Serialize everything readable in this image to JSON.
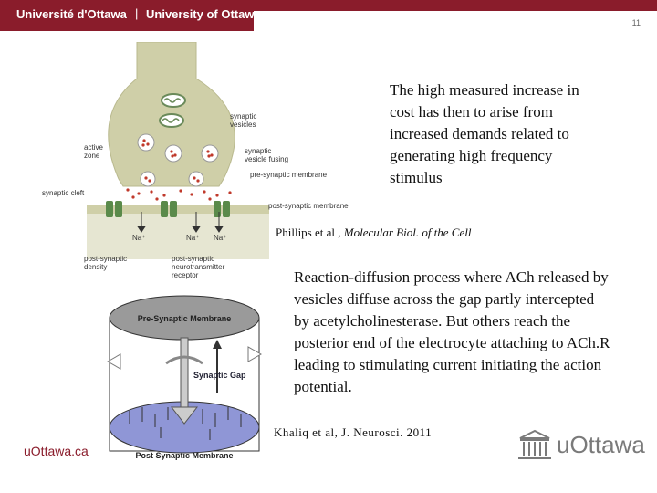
{
  "header": {
    "fr_name": "Université d'Ottawa",
    "separator": "|",
    "en_name": "University of Ottawa",
    "slide_number": "11"
  },
  "figure1": {
    "labels": {
      "synaptic_vesicles": "synaptic\nvesicles",
      "active_zone": "active\nzone",
      "synaptic_vesicle_fusing": "synaptic\nvesicle fusing",
      "pre_synaptic_membrane": "pre-synaptic membrane",
      "synaptic_cleft": "synaptic cleft",
      "post_synaptic_membrane": "post-synaptic membrane",
      "na": "Na⁺",
      "post_synaptic_density": "post-synaptic\ndensity",
      "receptor": "post-synaptic\nneurotransmitter\nreceptor"
    }
  },
  "figure2": {
    "pre_label": "Pre-Synaptic Membrane",
    "gap_label": "Synaptic Gap",
    "post_label": "Post Synaptic Membrane"
  },
  "text1": "The high measured increase in cost has then to arise from increased demands related to generating high frequency stimulus",
  "cite1_prefix": "Phillips et al , ",
  "cite1_title": "Molecular Biol. of the Cell",
  "text2": "Reaction-diffusion process where ACh released by vesicles diffuse across the gap partly intercepted by acetylcholinesterase. But others reach the posterior end of the electrocyte attaching to ACh.R leading to stimulating current initiating the action potential.",
  "cite2": "Khaliq et al, J. Neurosci. 2011",
  "footer": {
    "url": "uOttawa.ca",
    "logo_text": "uOttawa"
  },
  "colors": {
    "brand": "#8a1c2b",
    "membrane": "#cfcfa8",
    "receptor": "#5a8a4a"
  }
}
